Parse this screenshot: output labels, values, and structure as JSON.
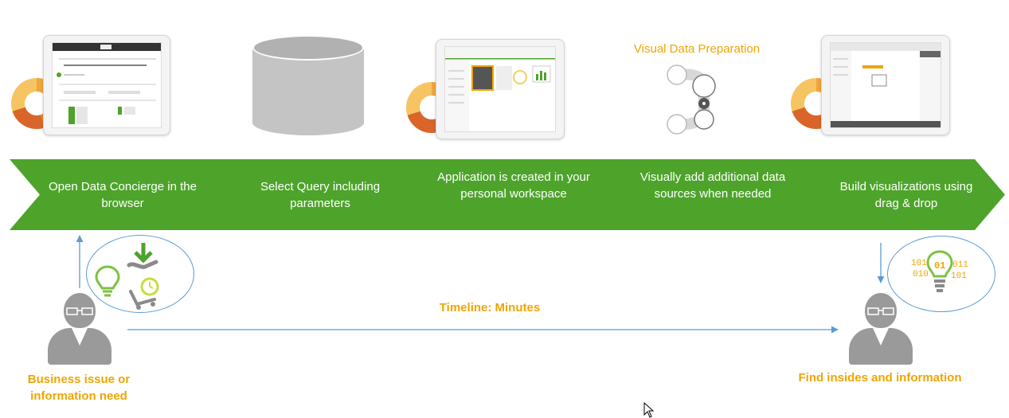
{
  "header": {
    "visual_data_prep_title": "Visual Data Preparation"
  },
  "steps": [
    {
      "label": "Open Data Concierge in the browser"
    },
    {
      "label": "Select Query including parameters"
    },
    {
      "label": "Application is created in your personal workspace"
    },
    {
      "label": "Visually add additional data sources when needed"
    },
    {
      "label": "Build visualizations using drag & drop"
    }
  ],
  "timeline": {
    "label": "Timeline: Minutes"
  },
  "start": {
    "label": "Business issue or information need"
  },
  "end": {
    "label": "Find insides and information"
  },
  "colors": {
    "green": "#4ea32b",
    "orange": "#f0a500",
    "blue": "#5b9bd5",
    "gray": "#9a9a9a"
  },
  "icons": [
    "tablet-icon",
    "database-icon",
    "data-prep-graph-icon",
    "person-icon",
    "lightbulb-icon",
    "download-hand-icon",
    "timer-cart-icon",
    "binary-lightbulb-icon",
    "mouse-cursor-icon"
  ]
}
